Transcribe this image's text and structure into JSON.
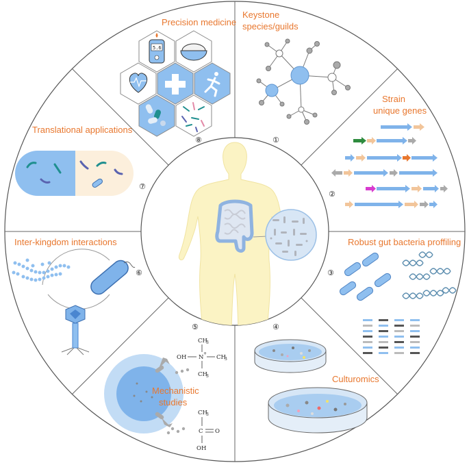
{
  "accent_color": "#e8772e",
  "segments": {
    "keystone": {
      "title_line1": "Keystone",
      "title_line2": "species/guilds",
      "number": "①"
    },
    "strain": {
      "title_line1": "Strain",
      "title_line2": "unique genes",
      "number": "②"
    },
    "profiling": {
      "title": "Robust gut bacteria proffiling",
      "number": "③"
    },
    "culturomics": {
      "title": "Culturomics",
      "number": "④"
    },
    "mechanistic": {
      "title_line1": "Mechanistic",
      "title_line2": "studies",
      "number": "⑤"
    },
    "interkingdom": {
      "title": "Inter-kingdom interactions",
      "number": "⑥"
    },
    "translational": {
      "title": "Translational applications",
      "number": "⑦"
    },
    "precision": {
      "title": "Precision medicine",
      "number": "⑧"
    }
  },
  "glucose_meter_reading": "5.6",
  "chemistry": {
    "top": {
      "ch3_top": "CH",
      "ch3_right": "CH",
      "ch3_bottom": "CH",
      "sub": "3",
      "oh": "OH",
      "n": "N",
      "plus": "+"
    },
    "bottom": {
      "ch3": "CH",
      "sub": "3",
      "c": "C",
      "o": "O",
      "oh": "OH"
    }
  },
  "icons": [
    "heart-rate-icon",
    "glucose-meter-icon",
    "food-bowl-icon",
    "medical-cross-icon",
    "running-person-icon",
    "pills-icon",
    "microbes-icon",
    "bacteriophage-icon",
    "bacterium-icon",
    "fungus-chain-icon",
    "petri-dish-icon",
    "dna-icon",
    "human-body-icon",
    "intestine-icon",
    "magnifier-icon"
  ]
}
